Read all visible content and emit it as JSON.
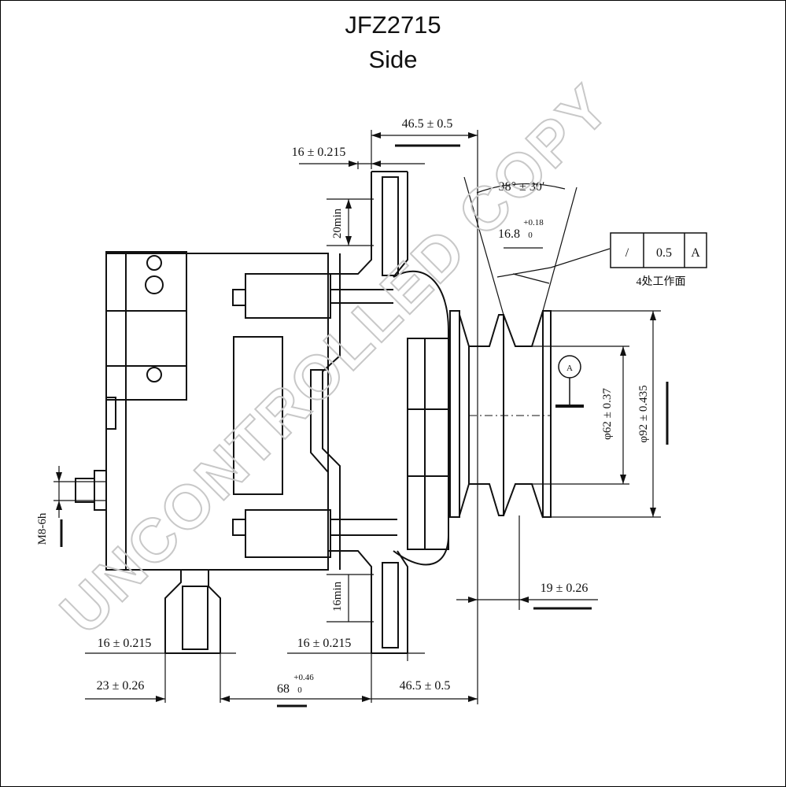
{
  "header": {
    "title": "JFZ2715",
    "subtitle": "Side"
  },
  "watermark": "UNCONTROLLED COPY",
  "dimensions": {
    "top_width": "46.5 ± 0.5",
    "flange_width": "16 ± 0.215",
    "pulley_angle": "38° ± 30′",
    "groove_width_base": "16.8",
    "groove_width_tol_upper": "+0.18",
    "groove_width_tol_lower": "0",
    "upper_clearance": "20min",
    "lower_clearance": "16min",
    "pulley_dia_inner": "φ62 ± 0.37",
    "pulley_dia_outer": "φ92 ± 0.435",
    "pulley_offset": "19 ± 0.26",
    "thread": "M8-6h",
    "foot_left_width": "16 ± 0.215",
    "foot_mid_width": "16 ± 0.215",
    "foot_offset": "23 ± 0.26",
    "foot_span_base": "68",
    "foot_span_tol_upper": "+0.46",
    "foot_span_tol_lower": "0",
    "bottom_width": "46.5 ± 0.5"
  },
  "tolerance_frame": {
    "symbol": "/",
    "value": "0.5",
    "datum": "A",
    "note": "4处工作面"
  },
  "datum_label": "A"
}
